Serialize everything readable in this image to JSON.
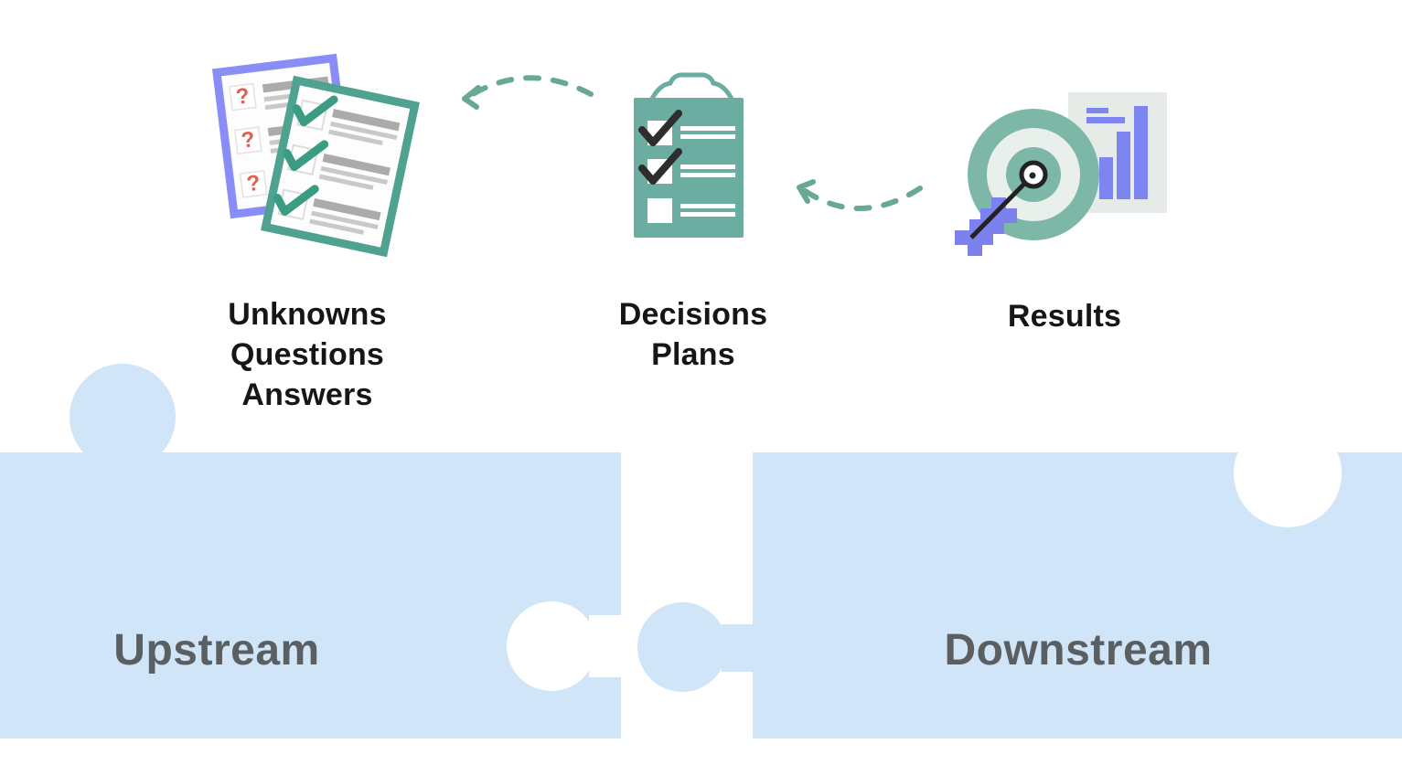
{
  "diagram": {
    "title_visible": false,
    "flow_direction": "right-to-left",
    "arrows": [
      {
        "from": "results",
        "to": "decisions",
        "style": "dashed-curved"
      },
      {
        "from": "decisions",
        "to": "unknowns",
        "style": "dashed-curved"
      }
    ]
  },
  "stages": [
    {
      "id": "unknowns",
      "label_lines": [
        "Unknowns",
        "Questions",
        "Answers"
      ],
      "illustration": "question-document-and-checklist-document"
    },
    {
      "id": "decisions",
      "label_lines": [
        "Decisions",
        "Plans"
      ],
      "illustration": "clipboard-checklist"
    },
    {
      "id": "results",
      "label_lines": [
        "Results"
      ],
      "illustration": "target-with-arrow-and-bar-chart"
    }
  ],
  "regions": {
    "upstream": {
      "label": "Upstream"
    },
    "downstream": {
      "label": "Downstream"
    }
  },
  "icons": {
    "question_document": "question-document-icon",
    "checklist_document": "checklist-document-icon",
    "clipboard": "clipboard-checklist-icon",
    "target": "target-arrow-icon",
    "bar_chart": "bar-chart-icon",
    "dashed_arrow": "dashed-arrow-icon",
    "puzzle_piece": "puzzle-piece-icon"
  },
  "palette": {
    "teal_fill": "#6bada0",
    "teal_ring": "#7cb7a8",
    "teal_border": "#4fa28f",
    "teal_arrow": "#68a996",
    "purple": "#7d85f1",
    "purple_border": "#898df8",
    "red_question": "#e15c52",
    "puzzle_blue": "#d0e5f7",
    "card_gray": "#e7ebe8",
    "pale_ring": "#e9efeb",
    "doc_line_dark": "#ababab",
    "doc_line_light": "#c9c9c9",
    "check_dark": "#2d2d2d",
    "text_dark": "#161616",
    "text_gray": "#5b5f62"
  }
}
